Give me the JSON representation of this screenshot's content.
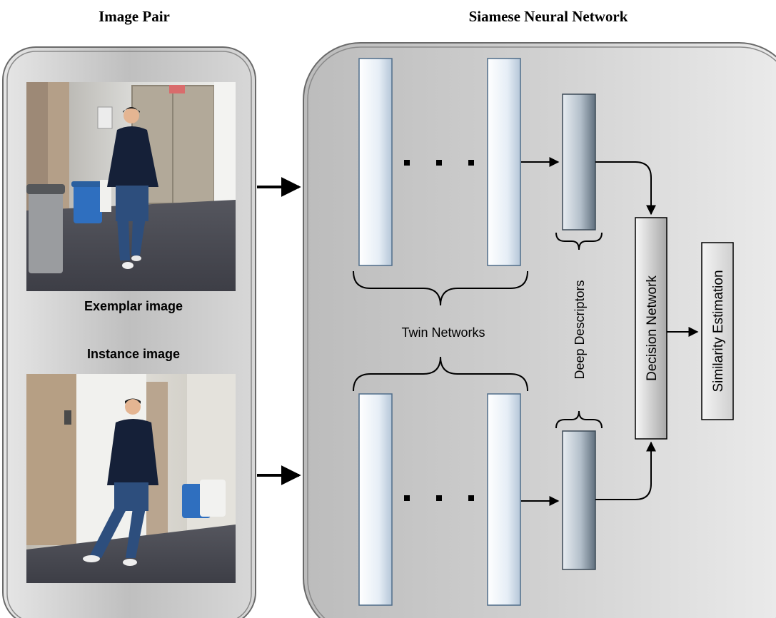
{
  "headings": {
    "image_pair": "Image Pair",
    "network": "Siamese Neural Network"
  },
  "photos": {
    "exemplar_caption": "Exemplar image",
    "instance_caption": "Instance image"
  },
  "labels": {
    "twin_networks": "Twin Networks",
    "deep_descriptors": "Deep Descriptors",
    "decision_network": "Decision Network",
    "similarity_estimation": "Similarity Estimation"
  },
  "colors": {
    "panel_fill": "#dcdcdc",
    "layer_edge": "#4f6d8a",
    "descriptor_dark": "#6a7a88"
  }
}
